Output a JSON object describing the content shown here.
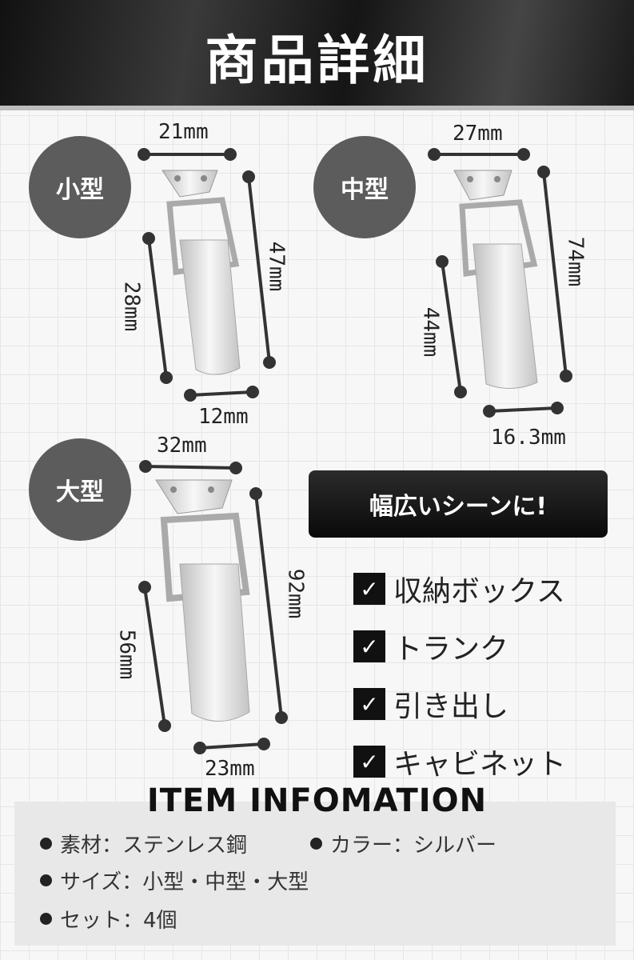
{
  "header": {
    "title": "商品詳細"
  },
  "sizes": {
    "small": {
      "label": "小型",
      "width_top": "21mm",
      "height_total": "47mm",
      "height_body": "28mm",
      "width_bottom": "12mm"
    },
    "medium": {
      "label": "中型",
      "width_top": "27mm",
      "height_total": "74mm",
      "height_body": "44mm",
      "width_bottom": "16.3mm"
    },
    "large": {
      "label": "大型",
      "width_top": "32mm",
      "height_total": "92mm",
      "height_body": "56mm",
      "width_bottom": "23mm"
    }
  },
  "scenes": {
    "banner": "幅広いシーンに!",
    "items": [
      "収納ボックス",
      "トランク",
      "引き出し",
      "キャビネット"
    ]
  },
  "info": {
    "title": "ITEM INFOMATION",
    "material": "素材：ステンレス鋼",
    "color": "カラー：シルバー",
    "size": "サイズ：小型・中型・大型",
    "set": "セット：4個"
  },
  "colors": {
    "circle": "#5c5c5c",
    "banner": "#111111",
    "metal": "#d9d9d9"
  }
}
